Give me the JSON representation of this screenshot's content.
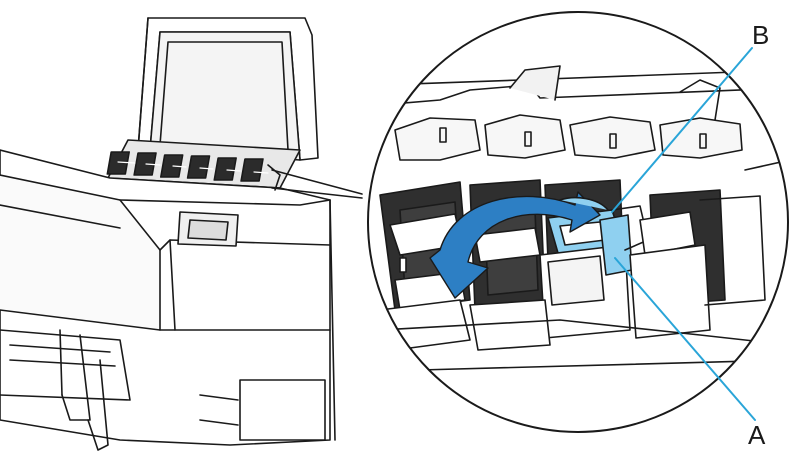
{
  "diagram": {
    "labels": [
      {
        "id": "B",
        "text": "B"
      },
      {
        "id": "A",
        "text": "A"
      }
    ],
    "colors": {
      "outline": "#1a1a1a",
      "callout": "#2aa5d8",
      "highlight": "#8fd0f0",
      "arrow": "#2d7fc4"
    }
  }
}
